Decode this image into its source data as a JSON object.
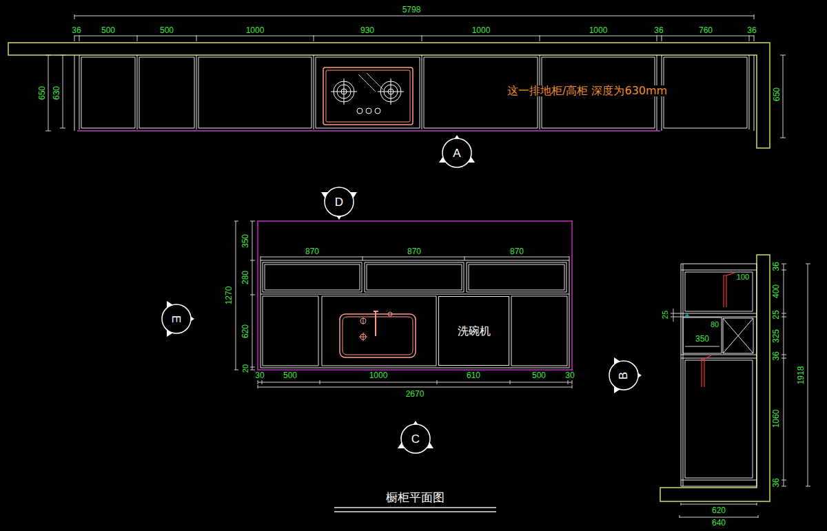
{
  "diagram": {
    "title": "橱柜平面图",
    "nodes": [
      {
        "text": [
          "A"
        ]
      },
      {
        "text": [
          "D"
        ]
      },
      {
        "text": [
          "E"
        ]
      },
      {
        "text": [
          "洗碗机"
        ]
      },
      {
        "text": [
          "B"
        ]
      },
      {
        "text": [
          "C"
        ]
      }
    ],
    "labels": [
      "5798",
      "36",
      "500",
      "500",
      "1000",
      "930",
      "1000",
      "1000",
      "36",
      "760",
      "36",
      "650",
      "630",
      "650",
      "这一排地柜/高柜 深度为630mm",
      "350",
      "280",
      "620",
      "20",
      "1270",
      "870",
      "870",
      "870",
      "30",
      "500",
      "1000",
      "610",
      "500",
      "30",
      "2670",
      "36",
      "400",
      "25",
      "325",
      "36",
      "1060",
      "36",
      "1918",
      "25",
      "100",
      "80",
      "350",
      "620",
      "640"
    ]
  }
}
